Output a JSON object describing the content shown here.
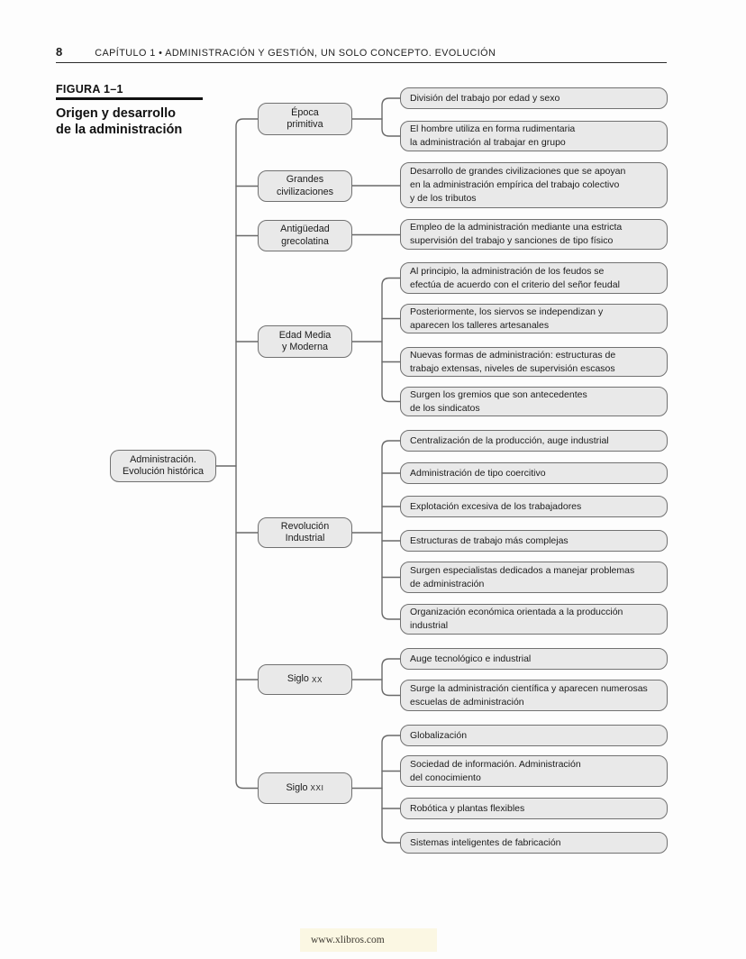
{
  "page": {
    "page_number": "8",
    "chapter_header": "CAPÍTULO 1 • ADMINISTRACIÓN Y GESTIÓN, UN SOLO CONCEPTO. EVOLUCIÓN",
    "figure_label": "FIGURA 1–1",
    "figure_title": "Origen y desarrollo\nde la administración",
    "watermark": "www.xlibros.com"
  },
  "colors": {
    "box_fill": "#e9e9e9",
    "box_border": "#717171",
    "connector_line": "#6a6a6a",
    "watermark_bg": "#fbf7e3"
  },
  "diagram": {
    "root": {
      "label": "Administración.\nEvolución histórica"
    },
    "branches": [
      {
        "label": "Época\nprimitiva",
        "leaves": [
          "División del trabajo por edad y sexo",
          "El hombre utiliza en forma rudimentaria\nla administración al trabajar en grupo"
        ]
      },
      {
        "label": "Grandes\ncivilizaciones",
        "leaves": [
          "Desarrollo de grandes civilizaciones que se apoyan\nen la administración empírica del trabajo colectivo\ny de los tributos"
        ]
      },
      {
        "label": "Antigüedad\ngrecolatina",
        "leaves": [
          "Empleo de la administración mediante una estricta\nsupervisión del trabajo y sanciones de tipo físico"
        ]
      },
      {
        "label": "Edad Media\ny Moderna",
        "leaves": [
          "Al principio, la administración de los feudos se\nefectúa de acuerdo con el criterio del señor feudal",
          "Posteriormente, los siervos se independizan y\naparecen los talleres artesanales",
          "Nuevas formas de administración: estructuras de\ntrabajo extensas, niveles de supervisión escasos",
          "Surgen los gremios que son antecedentes\nde los sindicatos"
        ]
      },
      {
        "label": "Revolución\nIndustrial",
        "leaves": [
          "Centralización de la producción, auge industrial",
          "Administración de tipo coercitivo",
          "Explotación excesiva de los trabajadores",
          "Estructuras de trabajo más complejas",
          "Surgen especialistas dedicados a manejar problemas\nde administración",
          "Organización económica orientada a la producción\nindustrial"
        ]
      },
      {
        "label": "Siglo",
        "numeral": "XX",
        "leaves": [
          "Auge tecnológico e industrial",
          "Surge la administración científica y aparecen numerosas\nescuelas de administración"
        ]
      },
      {
        "label": "Siglo",
        "numeral": "XXI",
        "leaves": [
          "Globalización",
          "Sociedad de información. Administración\ndel conocimiento",
          "Robótica y plantas flexibles",
          "Sistemas inteligentes de fabricación"
        ]
      }
    ]
  }
}
